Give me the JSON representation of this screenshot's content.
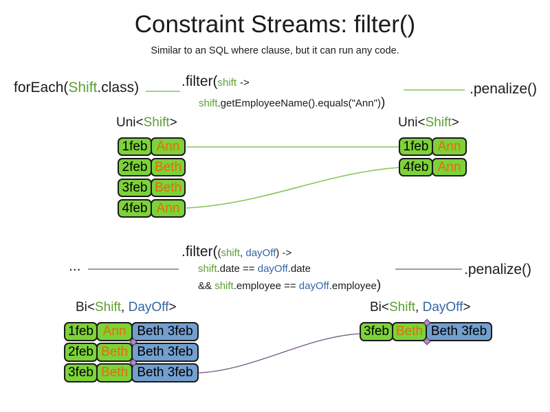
{
  "slide": {
    "title": "Constraint Streams: filter()",
    "subtitle": "Similar to an SQL where clause, but it can run any code."
  },
  "colors": {
    "text_black": "#1a1a1a",
    "code_green": "#5c9e31",
    "code_blue": "#3465a4",
    "cell_green": "#7dd239",
    "cell_blue": "#729fcf",
    "employee_orange": "#e36c09",
    "connector_green": "#84c556",
    "connector_purple": "#75567d"
  },
  "uni_section": {
    "foreach_prefix": "forEach(",
    "foreach_type": "Shift",
    "foreach_suffix": ".class)",
    "filter_method": ".filter(",
    "filter_param": "shift",
    "filter_arrow": "->",
    "filter_body_param": "shift",
    "filter_body": ".getEmployeeName().equals(\"Ann\")",
    "filter_close": ")",
    "penalize": ".penalize()",
    "left_table": {
      "label_prefix": "Uni<",
      "label_type": "Shift",
      "label_suffix": ">",
      "rows": [
        {
          "date": "1feb",
          "employee": "Ann"
        },
        {
          "date": "2feb",
          "employee": "Beth"
        },
        {
          "date": "3feb",
          "employee": "Beth"
        },
        {
          "date": "4feb",
          "employee": "Ann"
        }
      ]
    },
    "right_table": {
      "label_prefix": "Uni<",
      "label_type": "Shift",
      "label_suffix": ">",
      "rows": [
        {
          "date": "1feb",
          "employee": "Ann"
        },
        {
          "date": "4feb",
          "employee": "Ann"
        }
      ]
    }
  },
  "bi_section": {
    "source_ellipsis": "...",
    "filter_method": ".filter(",
    "filter_open_paren": "(",
    "filter_param1": "shift",
    "filter_comma": ", ",
    "filter_param2": "dayOff",
    "filter_close_paren": ") ",
    "filter_arrow": "->",
    "cond1_param1": "shift",
    "cond1_mid": ".date == ",
    "cond1_param2": "dayOff",
    "cond1_end": ".date",
    "cond2_prefix": "&& ",
    "cond2_param1": "shift",
    "cond2_mid": ".employee == ",
    "cond2_param2": "dayOff",
    "cond2_end": ".employee",
    "filter_close": ")",
    "penalize": ".penalize()",
    "left_table": {
      "label_prefix": "Bi<",
      "label_type1": "Shift",
      "label_comma": ", ",
      "label_type2": "DayOff",
      "label_suffix": ">",
      "rows": [
        {
          "date": "1feb",
          "employee": "Ann",
          "dayoff": "Beth 3feb"
        },
        {
          "date": "2feb",
          "employee": "Beth",
          "dayoff": "Beth 3feb"
        },
        {
          "date": "3feb",
          "employee": "Beth",
          "dayoff": "Beth 3feb"
        }
      ]
    },
    "right_table": {
      "label_prefix": "Bi<",
      "label_type1": "Shift",
      "label_comma": ", ",
      "label_type2": "DayOff",
      "label_suffix": ">",
      "rows": [
        {
          "date": "3feb",
          "employee": "Beth",
          "dayoff": "Beth 3feb"
        }
      ]
    }
  }
}
